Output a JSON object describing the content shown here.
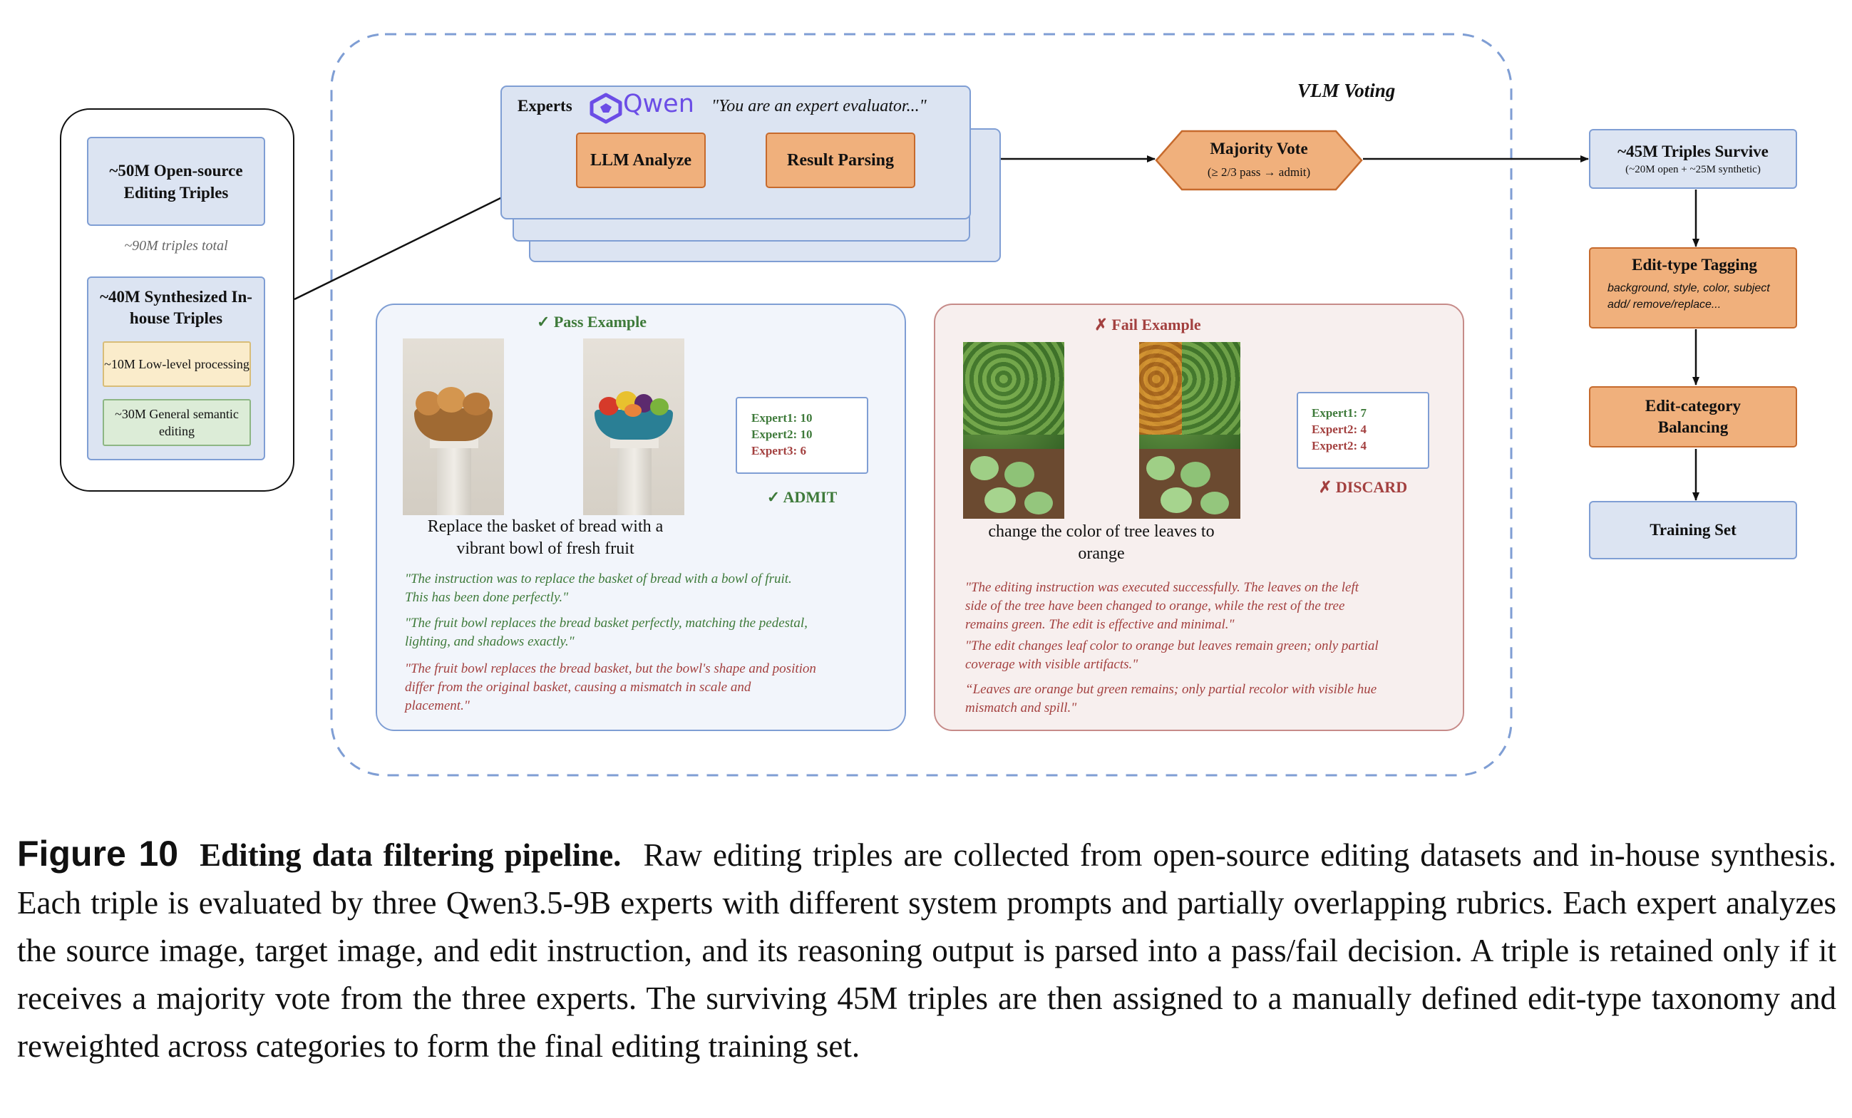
{
  "sources": {
    "open_source": "~50M Open-source Editing Triples",
    "total_note": "~90M triples total",
    "synth": "~40M Synthesized In-house Triples",
    "low_level": "~10M Low-level processing",
    "general_semantic": "~30M General semantic editing"
  },
  "voting": {
    "title": "VLM Voting",
    "experts_label": "Experts",
    "qwen_logo_text": "Qwen",
    "system_prompt": "\"You are an expert evaluator...\"",
    "llm_analyze": "LLM Analyze",
    "result_parsing": "Result Parsing",
    "majority_title": "Majority Vote",
    "majority_rule": "(≥ 2/3 pass → admit)"
  },
  "pass_example": {
    "title": "✓ Pass Example",
    "instruction": "Replace the basket of bread with a vibrant bowl of fresh fruit",
    "scores": [
      "Expert1: 10",
      "Expert2: 10",
      "Expert3: 6"
    ],
    "verdict": "✓ ADMIT",
    "quotes": [
      "\"The instruction was to replace the basket of bread with a bowl of fruit. This has been done perfectly.\"",
      "\"The fruit bowl replaces the bread basket perfectly, matching the pedestal, lighting, and shadows exactly.\"",
      "\"The fruit bowl replaces the bread basket, but the bowl's shape and position differ from the original basket, causing a mismatch in scale and placement.\""
    ]
  },
  "fail_example": {
    "title": "✗ Fail Example",
    "instruction": "change the color of tree leaves to orange",
    "scores": [
      "Expert1: 7",
      "Expert2: 4",
      "Expert2: 4"
    ],
    "verdict": "✗ DISCARD",
    "quotes": [
      "\"The editing instruction was executed successfully. The leaves on the left side of the tree have been changed to orange, while the rest of the tree remains green. The edit is effective and minimal.\"",
      "\"The edit changes leaf color to orange but leaves remain green; only partial coverage with visible artifacts.\"",
      "“Leaves are orange but green remains; only partial recolor with visible hue mismatch and spill.\""
    ]
  },
  "pipeline": {
    "survive_title": "~45M Triples Survive",
    "survive_sub": "(~20M open + ~25M synthetic)",
    "tagging_title": "Edit-type Tagging",
    "tagging_sub": "background, style, color, subject add/ remove/replace...",
    "balancing": "Edit-category Balancing",
    "training_set": "Training Set"
  },
  "figure_caption": {
    "label": "Figure 10",
    "title": "Editing data filtering pipeline.",
    "body": "Raw editing triples are collected from open-source editing datasets and in-house synthesis. Each triple is evaluated by three Qwen3.5-9B experts with different system prompts and partially overlapping rubrics. Each expert analyzes the source image, target image, and edit instruction, and its reasoning output is parsed into a pass/fail decision. A triple is retained only if it receives a majority vote from the three experts. The surviving 45M triples are then assigned to a manually defined edit-type taxonomy and reweighted across categories to form the final editing training set."
  },
  "colors": {
    "blue_fill": "#dce4f2",
    "blue_border": "#7f9ed4",
    "orange_fill": "#f0b07c",
    "orange_border": "#c66a2d",
    "pass_green": "#3e7a3a",
    "fail_red": "#a3403f",
    "qwen_purple": "#6b4de6"
  },
  "icons": [
    "qwen-logo-icon",
    "arrow-right-icon",
    "arrow-down-icon"
  ]
}
